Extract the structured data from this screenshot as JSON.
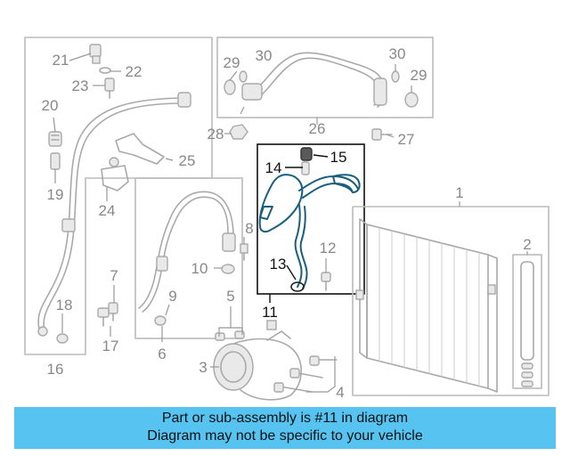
{
  "diagram": {
    "highlight_color": "#56c3f0",
    "labels": {
      "n1": "1",
      "n2": "2",
      "n3": "3",
      "n4": "4",
      "n5": "5",
      "n6": "6",
      "n7": "7",
      "n8": "8",
      "n9": "9",
      "n10": "10",
      "n11": "11",
      "n12": "12",
      "n13": "13",
      "n14": "14",
      "n15": "15",
      "n16": "16",
      "n17": "17",
      "n18": "18",
      "n19": "19",
      "n20": "20",
      "n21": "21",
      "n22": "22",
      "n23": "23",
      "n24": "24",
      "n25": "25",
      "n26": "26",
      "n27": "27",
      "n28": "28",
      "n29a": "29",
      "n29b": "29",
      "n30a": "30",
      "n30b": "30"
    }
  },
  "banner": {
    "line1": "Part or sub-assembly is #11 in diagram",
    "line2": "Diagram may not be specific to your vehicle",
    "color": "#56c3f0"
  }
}
